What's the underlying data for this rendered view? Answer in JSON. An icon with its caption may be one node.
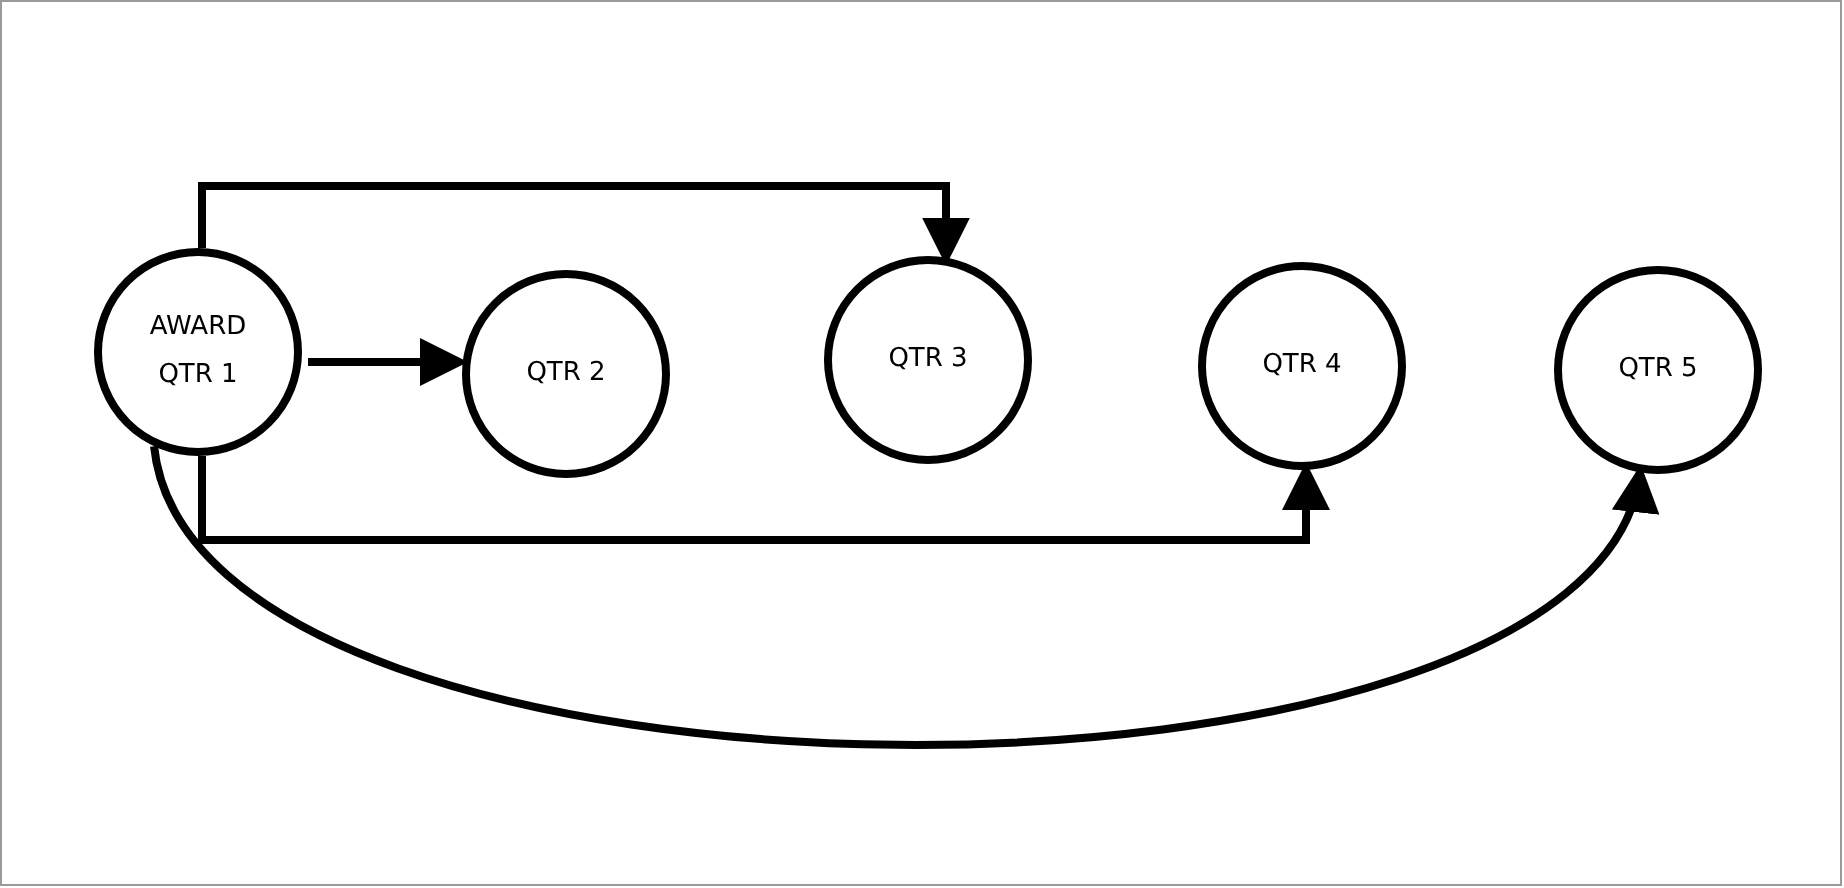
{
  "diagram": {
    "nodes": [
      {
        "text": [
          "AWARD QTR 1"
        ]
      },
      {
        "text": [
          "QTR 2"
        ]
      },
      {
        "text": [
          "QTR 3"
        ]
      },
      {
        "text": [
          "QTR 4"
        ]
      },
      {
        "text": [
          "QTR 5"
        ]
      }
    ],
    "edges": [
      {
        "from": 0,
        "to": 1,
        "arrow": "to"
      },
      {
        "from": 0,
        "to": 2,
        "arrow": "to"
      },
      {
        "from": 0,
        "to": 3,
        "arrow": "to"
      },
      {
        "from": 0,
        "to": 4,
        "arrow": "to"
      }
    ]
  }
}
